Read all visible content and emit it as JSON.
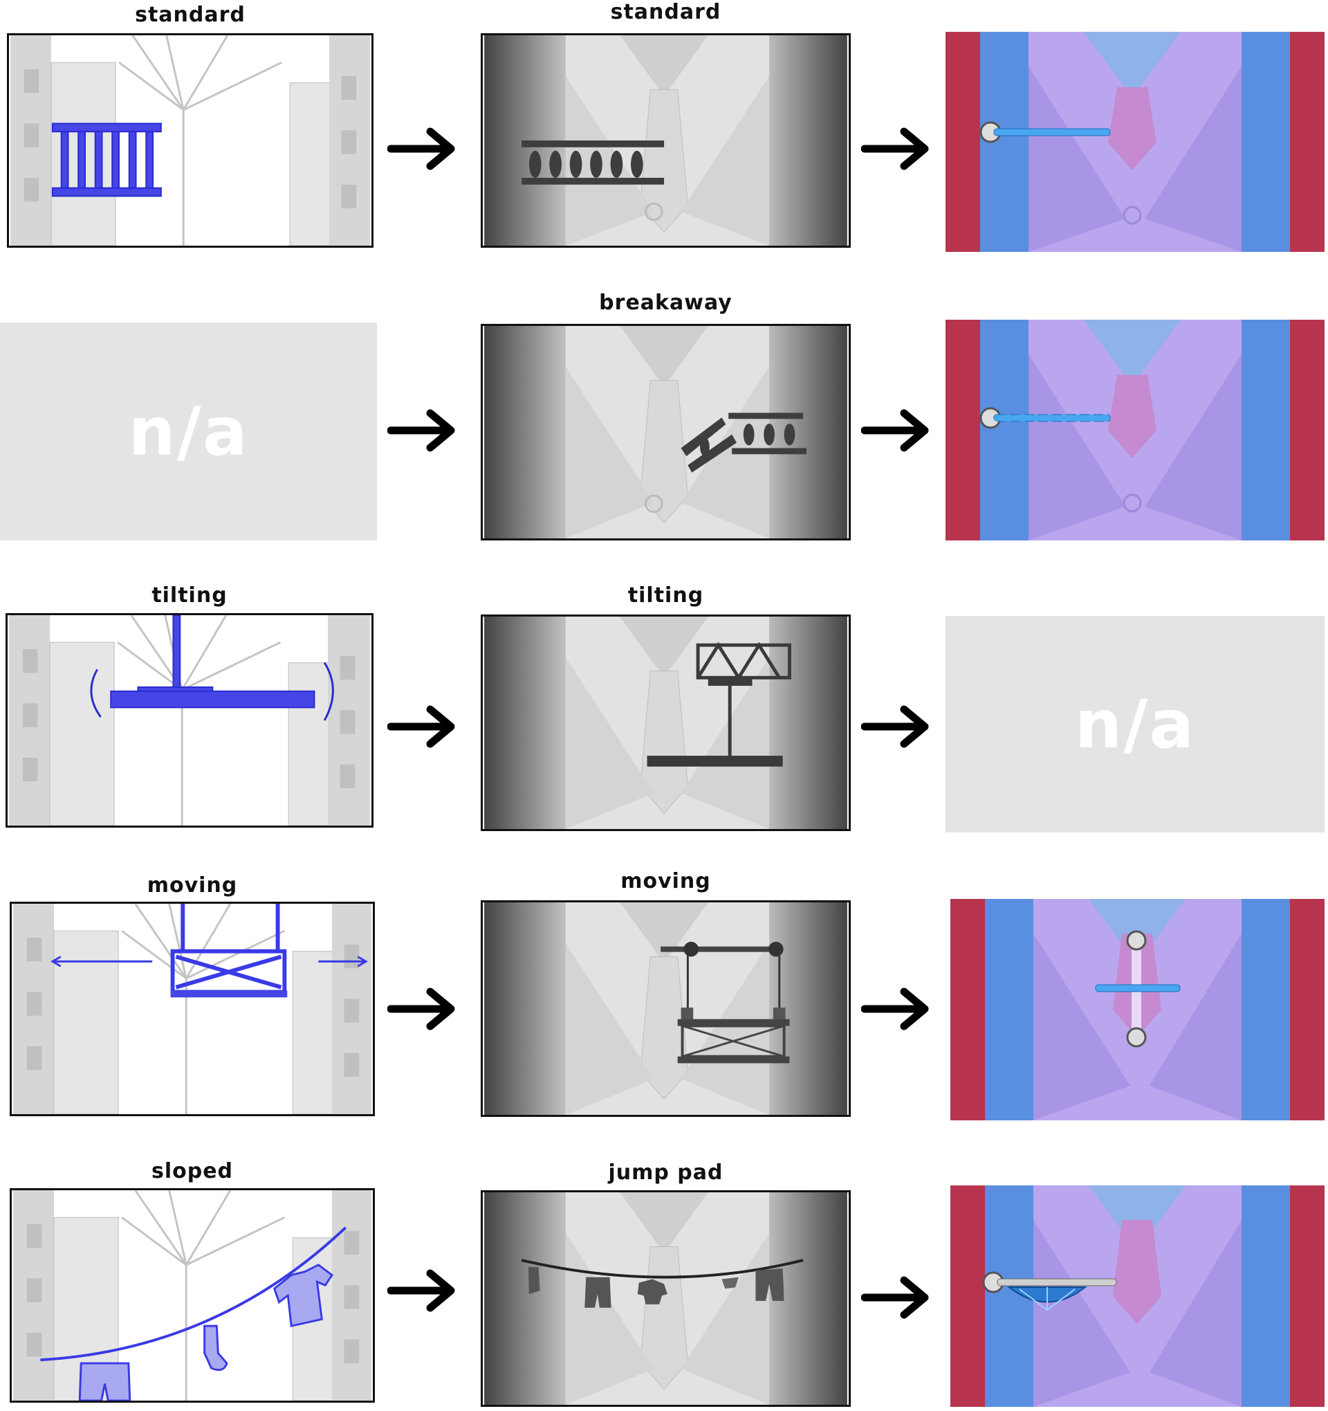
{
  "rows": [
    {
      "sketch": {
        "label": "standard",
        "placeholder": ""
      },
      "render": {
        "label": "standard"
      },
      "final": {
        "label": "",
        "placeholder": ""
      }
    },
    {
      "sketch": {
        "label": "",
        "placeholder": "n/a"
      },
      "render": {
        "label": "breakaway"
      },
      "final": {
        "label": "",
        "placeholder": ""
      }
    },
    {
      "sketch": {
        "label": "tilting",
        "placeholder": ""
      },
      "render": {
        "label": "tilting"
      },
      "final": {
        "label": "",
        "placeholder": "n/a"
      }
    },
    {
      "sketch": {
        "label": "moving",
        "placeholder": ""
      },
      "render": {
        "label": "moving"
      },
      "final": {
        "label": "",
        "placeholder": ""
      }
    },
    {
      "sketch": {
        "label": "sloped",
        "placeholder": ""
      },
      "render": {
        "label": "jump pad"
      },
      "final": {
        "label": "",
        "placeholder": ""
      }
    }
  ],
  "icons": {
    "arrow": "right-arrow-icon"
  },
  "colors": {
    "sketch_blue": "#3a3ae6",
    "final_purple": "#b9a6ee",
    "brick_red": "#b8344e",
    "window_blue": "#5a8ee0"
  }
}
